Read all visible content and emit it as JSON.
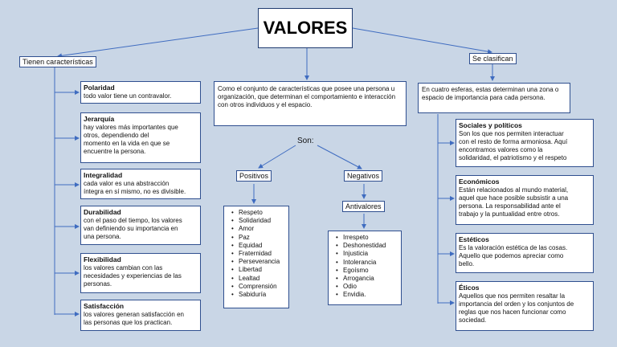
{
  "title": "VALORES",
  "left_label": "Tienen características",
  "right_label": "Se clasifican",
  "center_text": "Como el conjunto de características que posee  una persona u organización, que determinan el comportamiento e interacción con otros individuos y el espacio.",
  "son_label": "Son:",
  "positivos_label": "Positivos",
  "negativos_label": "Negativos",
  "antivalores_label": "Antivalores",
  "characteristics": [
    {
      "title": "Polaridad",
      "text": "todo valor tiene un contravalor."
    },
    {
      "title": "Jerarquía",
      "text": " hay valores más importantes que\n otros, dependiendo del\n momento  en la vida en que se\n encuentre la  persona."
    },
    {
      "title": "Integralidad",
      "text": "cada valor es una abstracción\níntegra en sí mismo, no es divisible."
    },
    {
      "title": "Durabilidad",
      "text": " con el paso del tiempo, los valores\n van definiendo su importancia en\nuna persona."
    },
    {
      "title": "Flexibilidad",
      "text": "los valores cambian con las\nnecesidades y experiencias de las\n personas."
    },
    {
      "title": "Satisfacción",
      "text": "los valores generan satisfacción en\nlas personas que los practican."
    }
  ],
  "positivos": [
    "Respeto",
    "Solidaridad",
    "Amor",
    "Paz",
    "Equidad",
    "Fraternidad",
    "Perseverancia",
    "Libertad",
    "Lealtad",
    "Comprensión",
    "Sabiduría"
  ],
  "antivalores": [
    "Irrespeto",
    "Deshonestidad",
    "Injusticia",
    "Intolerancia",
    "Egoísmo",
    "Arrogancia",
    "Odio",
    "Envidia."
  ],
  "right_intro": "En cuatro esferas, estas determinan una zona  o espacio de importancia para cada persona.",
  "classes": [
    {
      "title": "Sociales y políticos",
      "text": "Son los que nos permiten interactuar\ncon el resto de forma armoniosa. Aquí\nencontramos valores como la\nsolidaridad, el patriotismo y el respeto"
    },
    {
      "title": "Económicos",
      "text": "Están relacionados al mundo material,\n aquel que hace posible subsistir a una\n persona. La responsabilidad ante el\ntrabajo y la puntualidad entre otros."
    },
    {
      "title": "Estéticos",
      "text": "Es la valoración estética de las cosas.\nAquello que podemos apreciar como\n bello."
    },
    {
      "title": "Éticos",
      "text": "Aquellos que nos permiten resaltar la\nimportancia del orden y los conjuntos de\n reglas que nos hacen funcionar como\nsociedad."
    }
  ],
  "colors": {
    "background": "#c9d6e6",
    "border": "#2f4f8f",
    "connector": "#3f6cc0"
  }
}
